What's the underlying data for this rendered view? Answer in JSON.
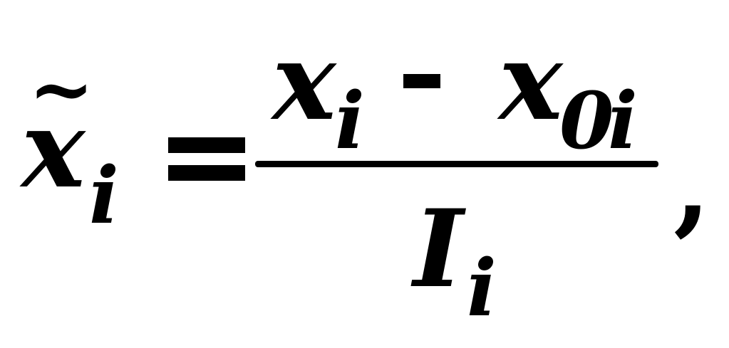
{
  "formula": {
    "lhs": {
      "variable": "x",
      "accent": "~",
      "subscript": "i"
    },
    "operator_equals": "=",
    "numerator": {
      "term1_variable": "x",
      "term1_subscript": "i",
      "operator": "-",
      "term2_variable": "x",
      "term2_subscript_digit": "0",
      "term2_subscript_letter": "i"
    },
    "denominator": {
      "variable": "I",
      "subscript": "i"
    },
    "trailing_punctuation": ","
  }
}
